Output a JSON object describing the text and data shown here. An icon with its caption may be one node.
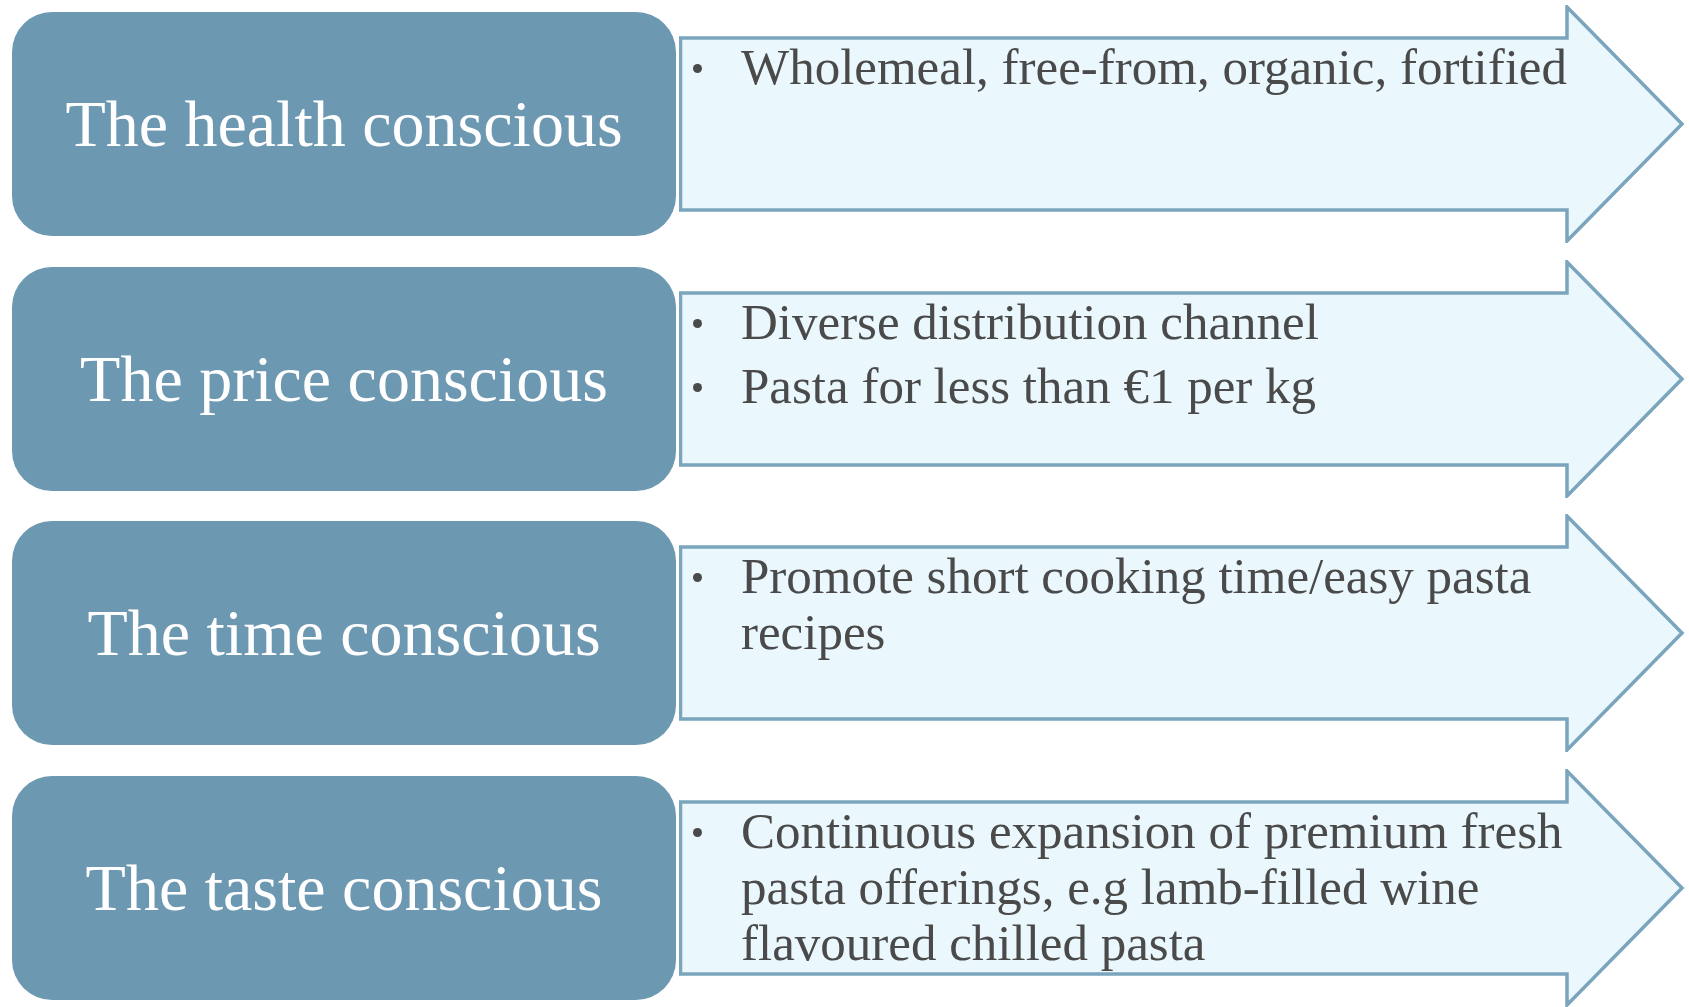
{
  "diagram": {
    "nodes": [
      {
        "text": [
          "The health conscious"
        ]
      },
      {
        "text": [
          "Wholemeal, free-from, organic, fortified"
        ]
      },
      {
        "text": [
          "The price conscious"
        ]
      },
      {
        "text": [
          "Diverse distribution channel",
          "Pasta for less than €1 per kg"
        ]
      },
      {
        "text": [
          "The time conscious"
        ]
      },
      {
        "text": [
          "Promote short cooking time/easy pasta recipes"
        ]
      },
      {
        "text": [
          "The taste conscious"
        ]
      },
      {
        "text": [
          "Continuous expansion of premium fresh pasta offerings, e.g lamb-filled wine flavoured chilled pasta"
        ]
      }
    ]
  }
}
